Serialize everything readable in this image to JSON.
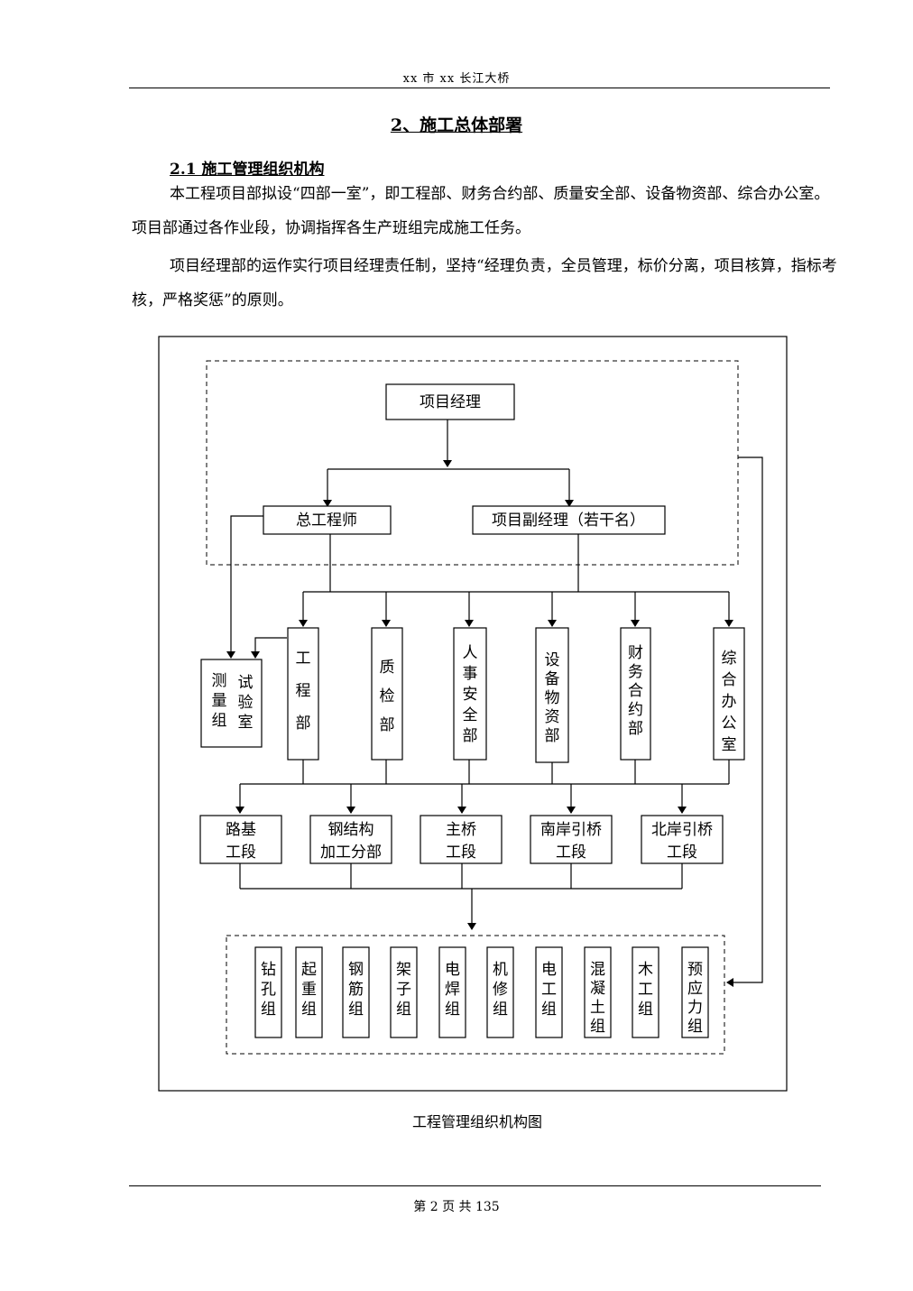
{
  "header": {
    "text": "xx 市 xx 长江大桥"
  },
  "section_title": "2、施工总体部署",
  "subsection_title": "2.1  施工管理组织机构",
  "paragraphs": [
    "本工程项目部拟设“四部一室”，即工程部、财务合约部、质量安全部、设备物资部、综合办公室。项目部通过各作业段，协调指挥各生产班组完成施工任务。",
    "项目经理部的运作实行项目经理责任制，坚持“经理负责，全员管理，标价分离，项目核算，指标考核，严格奖惩”的原则。"
  ],
  "org_chart": {
    "top": "项目经理",
    "second": {
      "chief_engineer": "总工程师",
      "deputy_managers": "项目副经理（若干名）"
    },
    "test_lab": [
      "测量组",
      "试验室"
    ],
    "departments": [
      "工程部",
      "质检部",
      "人事安全部",
      "设备物资部",
      "财务合约部",
      "综合办公室"
    ],
    "sections": [
      [
        "路基",
        "工段"
      ],
      [
        "钢结构",
        "加工分部"
      ],
      [
        "主桥",
        "工段"
      ],
      [
        "南岸引桥",
        "工段"
      ],
      [
        "北岸引桥",
        "工段"
      ]
    ],
    "teams": [
      "钻孔组",
      "起重组",
      "钢筋组",
      "架子组",
      "电焊组",
      "机修组",
      "电工组",
      "混凝土组",
      "木工组",
      "预应力组"
    ]
  },
  "caption": "工程管理组织机构图",
  "footer": {
    "page_label": "第 2 页 共 135"
  }
}
